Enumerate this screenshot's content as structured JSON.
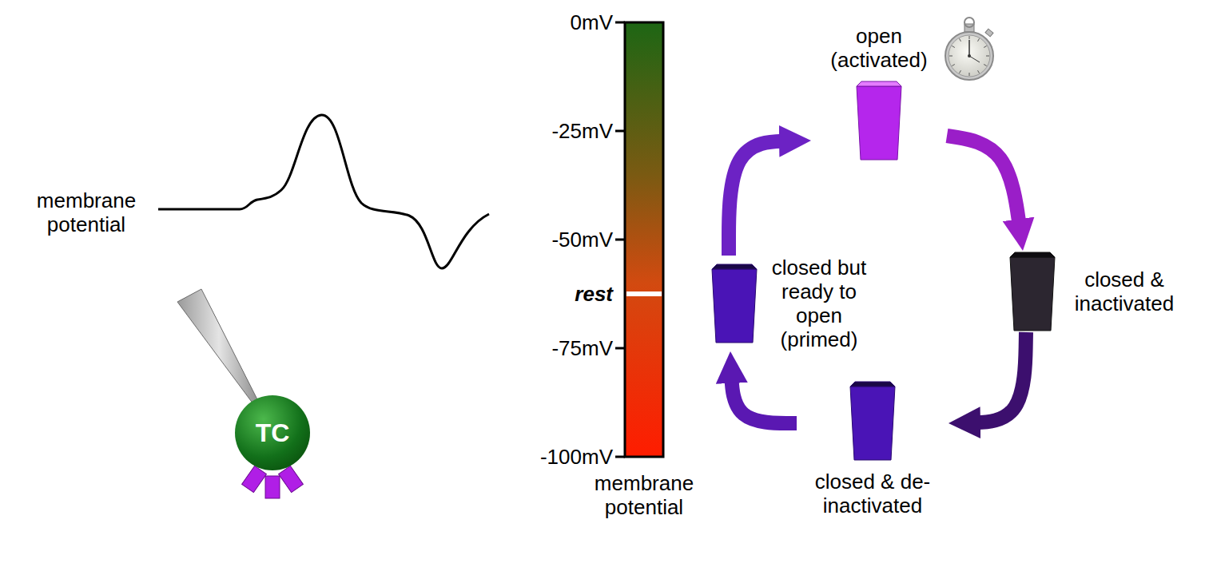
{
  "diagram": {
    "nodes": [
      {
        "text": [
          "TC"
        ]
      },
      {
        "text": [
          "open (activated)"
        ]
      },
      {
        "text": [
          "closed & inactivated"
        ]
      },
      {
        "text": [
          "closed & de-inactivated"
        ]
      },
      {
        "text": [
          "closed but ready to open (primed)"
        ]
      }
    ],
    "edges": [
      {
        "from": 1,
        "to": 2,
        "arrow": "to"
      },
      {
        "from": 2,
        "to": 3,
        "arrow": "to"
      },
      {
        "from": 3,
        "to": 4,
        "arrow": "to"
      },
      {
        "from": 4,
        "to": 1,
        "arrow": "to"
      }
    ],
    "labels": [
      "membrane potential",
      "0mV",
      "-25mV",
      "-50mV",
      "-75mV",
      "-100mV",
      "rest",
      "membrane potential"
    ]
  }
}
